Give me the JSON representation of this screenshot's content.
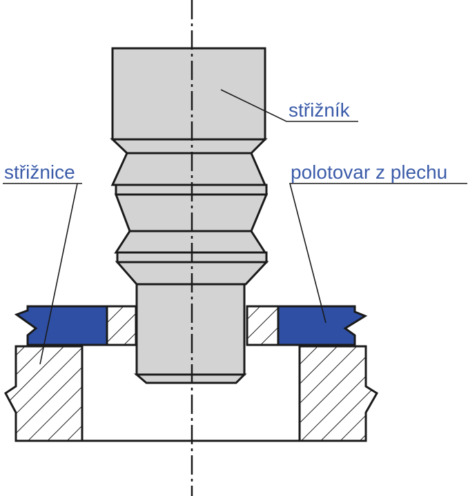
{
  "labels": {
    "punch": "střižník",
    "die": "střižnice",
    "blank": "polotovar z plechu"
  },
  "colors": {
    "label_text": "#3a5ba9",
    "sheet_fill": "#2e4fa3",
    "punch_fill": "#d3d3d3",
    "outline": "#1a1a1a",
    "background": "#ffffff"
  }
}
